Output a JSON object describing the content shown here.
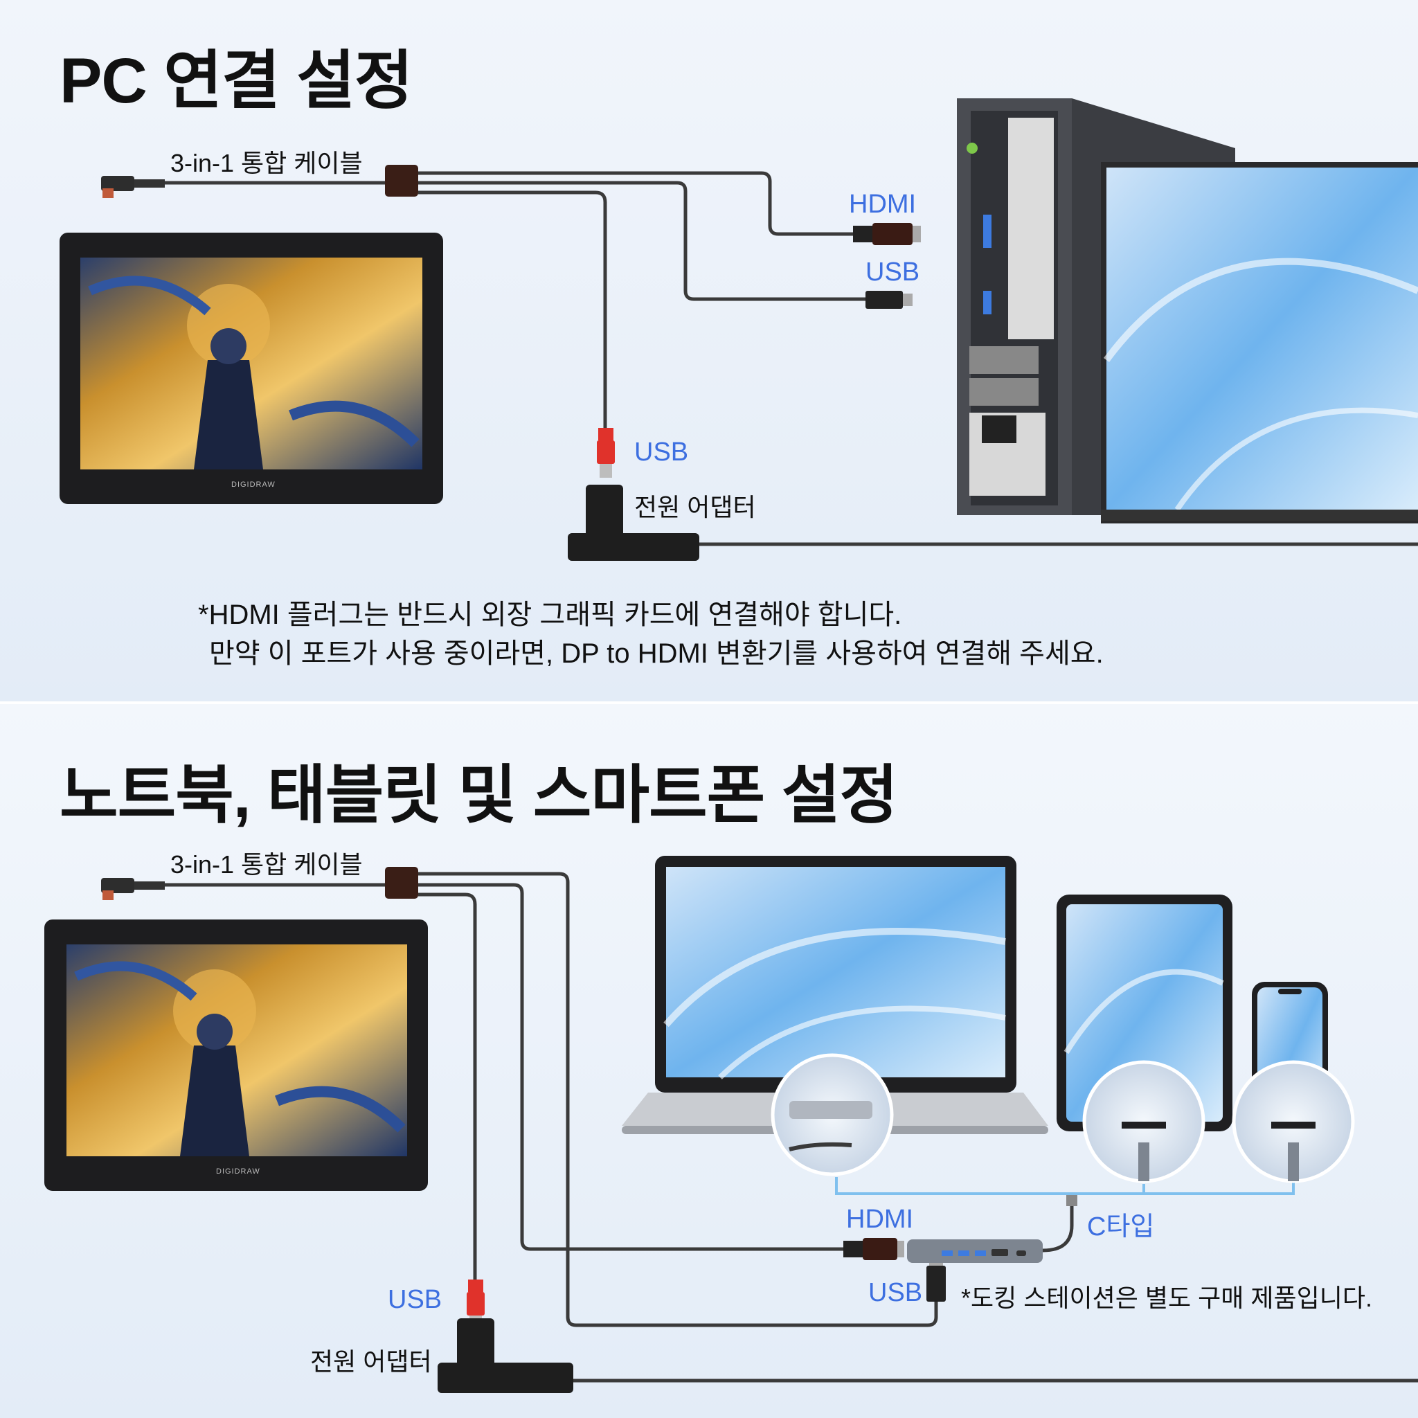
{
  "pc_section": {
    "title": "PC 연결 설정",
    "cable_label": "3-in-1 통합 케이블",
    "hdmi_label": "HDMI",
    "usb_label_pc": "USB",
    "usb_label_power": "USB",
    "adapter_label": "전원 어댑터",
    "tablet_brand": "DIGIDRAW",
    "note_line1": "*HDMI 플러그는 반드시 외장 그래픽 카드에 연결해야 합니다.",
    "note_line2": "만약 이 포트가 사용 중이라면, DP to HDMI 변환기를 사용하여 연결해 주세요."
  },
  "mobile_section": {
    "title": "노트북, 태블릿 및 스마트폰 설정",
    "cable_label": "3-in-1 통합 케이블",
    "hdmi_label": "HDMI",
    "typec_label": "C타입",
    "usb_label_dock": "USB",
    "usb_label_power": "USB",
    "adapter_label": "전원 어댑터",
    "dock_note": "*도킹 스테이션은 별도 구매 제품입니다.",
    "tablet_brand": "DIGIDRAW"
  },
  "colors": {
    "accent_blue": "#3d6fe0",
    "usb_red": "#e0322b",
    "cable_dark": "#3a3a3a"
  }
}
